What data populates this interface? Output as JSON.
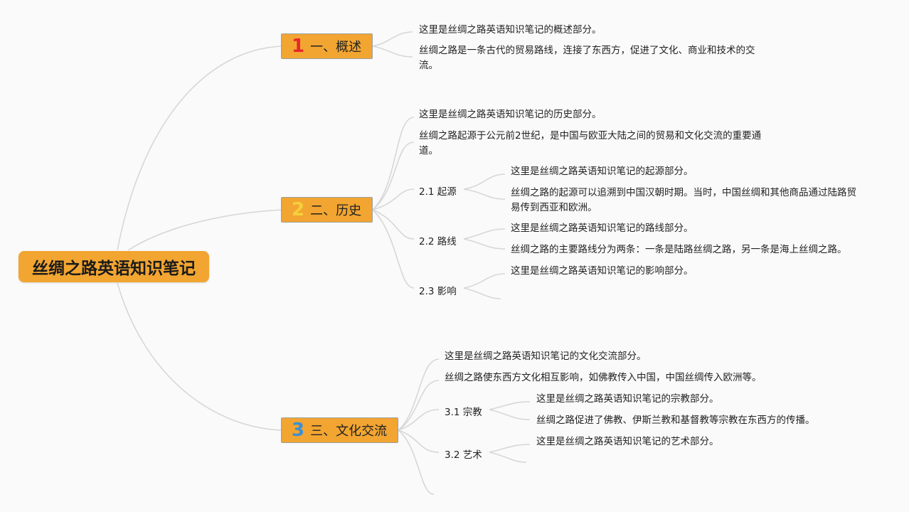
{
  "root": "丝绸之路英语知识笔记",
  "branches": [
    {
      "num": "1",
      "num_color": "#e8262b",
      "label": "一、概述",
      "notes": [
        "这里是丝绸之路英语知识笔记的概述部分。",
        "丝绸之路是一条古代的贸易路线，连接了东西方，促进了文化、商业和技术的交流。"
      ]
    },
    {
      "num": "2",
      "num_color": "#f5d03a",
      "label": "二、历史",
      "notes": [
        "这里是丝绸之路英语知识笔记的历史部分。",
        "丝绸之路起源于公元前2世纪，是中国与欧亚大陆之间的贸易和文化交流的重要通道。"
      ],
      "subs": [
        {
          "label": "2.1 起源",
          "notes": [
            "这里是丝绸之路英语知识笔记的起源部分。",
            "丝绸之路的起源可以追溯到中国汉朝时期。当时，中国丝绸和其他商品通过陆路贸易传到西亚和欧洲。"
          ]
        },
        {
          "label": "2.2 路线",
          "notes": [
            "这里是丝绸之路英语知识笔记的路线部分。",
            "丝绸之路的主要路线分为两条：一条是陆路丝绸之路，另一条是海上丝绸之路。"
          ]
        },
        {
          "label": "2.3 影响",
          "notes": [
            "这里是丝绸之路英语知识笔记的影响部分。"
          ]
        }
      ]
    },
    {
      "num": "3",
      "num_color": "#3a8fd6",
      "label": "三、文化交流",
      "notes": [
        "这里是丝绸之路英语知识笔记的文化交流部分。",
        "丝绸之路使东西方文化相互影响，如佛教传入中国，中国丝绸传入欧洲等。"
      ],
      "subs": [
        {
          "label": "3.1 宗教",
          "notes": [
            "这里是丝绸之路英语知识笔记的宗教部分。",
            "丝绸之路促进了佛教、伊斯兰教和基督教等宗教在东西方的传播。"
          ]
        },
        {
          "label": "3.2 艺术",
          "notes": [
            "这里是丝绸之路英语知识笔记的艺术部分。"
          ]
        }
      ]
    }
  ]
}
